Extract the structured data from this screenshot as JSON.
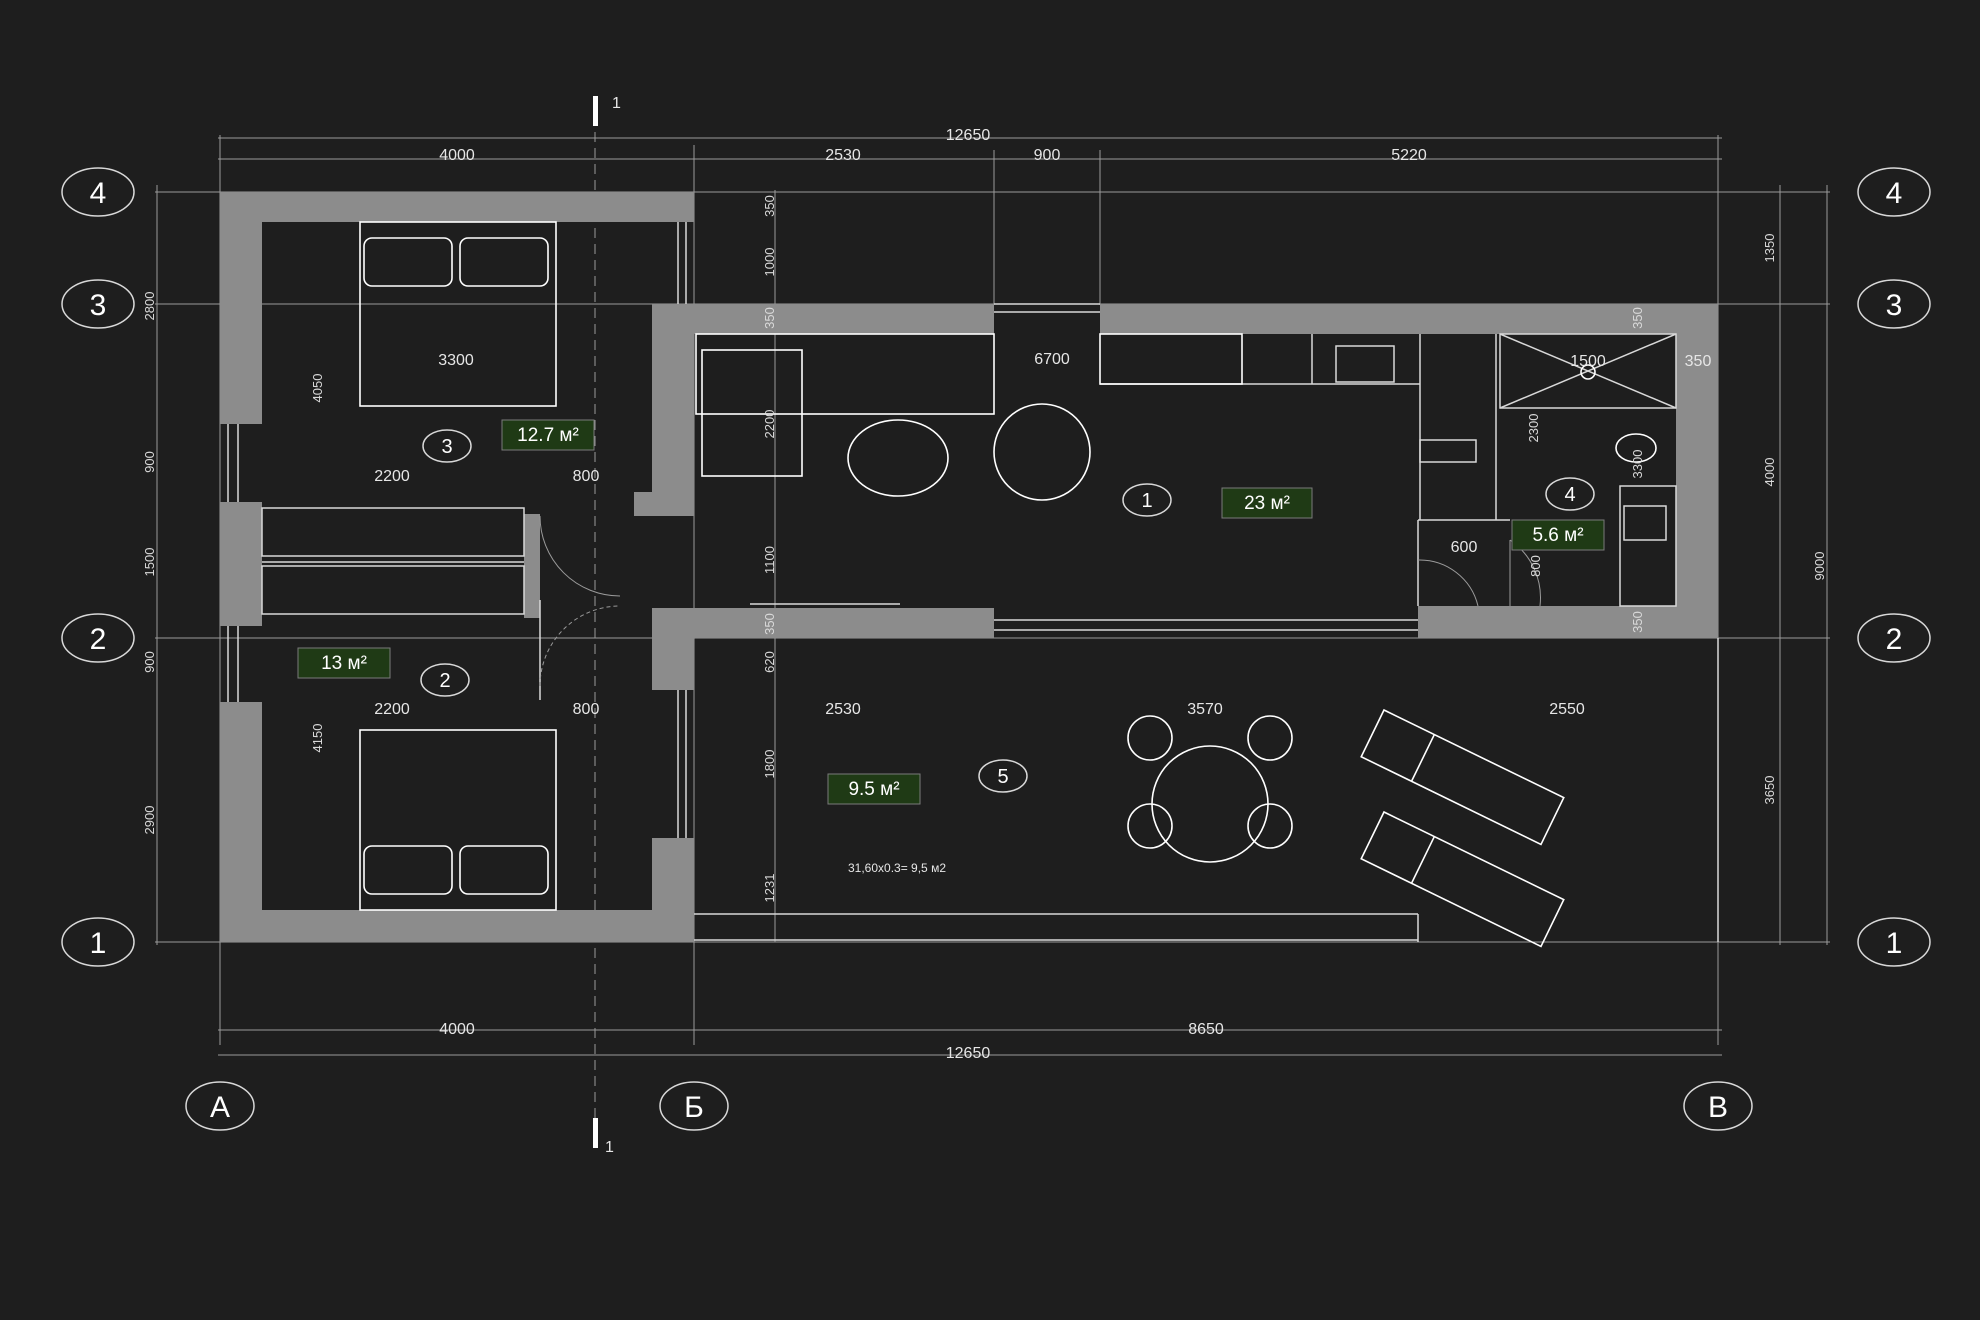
{
  "colors": {
    "background": "#1e1e1e",
    "wall": "#8c8c8c",
    "area_badge": "#1f3a15",
    "lines": "#d8d8d8"
  },
  "axes": {
    "rows": [
      "4",
      "3",
      "2",
      "1"
    ],
    "cols": [
      "А",
      "Б",
      "В"
    ]
  },
  "section_marks": {
    "top": "1",
    "bottom": "1"
  },
  "dims_top": {
    "total": "12650",
    "d1": "4000",
    "d2": "2530",
    "d3": "900",
    "d4": "5220"
  },
  "dims_bottom": {
    "d1": "4000",
    "d2": "8650",
    "total": "12650"
  },
  "dims_left": {
    "d1": "2800",
    "d2": "900",
    "d3": "1500",
    "d4": "900",
    "d5": "2900"
  },
  "dims_right": {
    "d1": "1350",
    "d2": "4000",
    "d3": "3650",
    "total": "9000"
  },
  "dims_inner": {
    "bed3_width": "3300",
    "bed3_height": "4050",
    "room3_w": "2200",
    "door3": "800",
    "room2_w": "2200",
    "door2": "800",
    "bed2_height": "4150",
    "v350a": "350",
    "v1000": "1000",
    "v350b": "350",
    "v2200": "2200",
    "v1100": "1100",
    "v350c": "350",
    "v620": "620",
    "v1800": "1800",
    "v1231": "1231",
    "kitchen_w": "6700",
    "shower": "1500",
    "bath_350": "350",
    "bath_2300": "2300",
    "bath_3300": "3300",
    "bath_350b": "350",
    "bath_350c": "350",
    "bath_door": "600",
    "bath_800": "800",
    "terrace_2530": "2530",
    "terrace_3570": "3570",
    "terrace_2550": "2550"
  },
  "rooms": [
    {
      "num": "1",
      "area": "23 м²"
    },
    {
      "num": "2",
      "area": "13 м²"
    },
    {
      "num": "3",
      "area": "12.7 м²"
    },
    {
      "num": "4",
      "area": "5.6 м²"
    },
    {
      "num": "5",
      "area": "9.5 м²"
    }
  ],
  "terrace_note": "31,60х0.3= 9,5 м2"
}
